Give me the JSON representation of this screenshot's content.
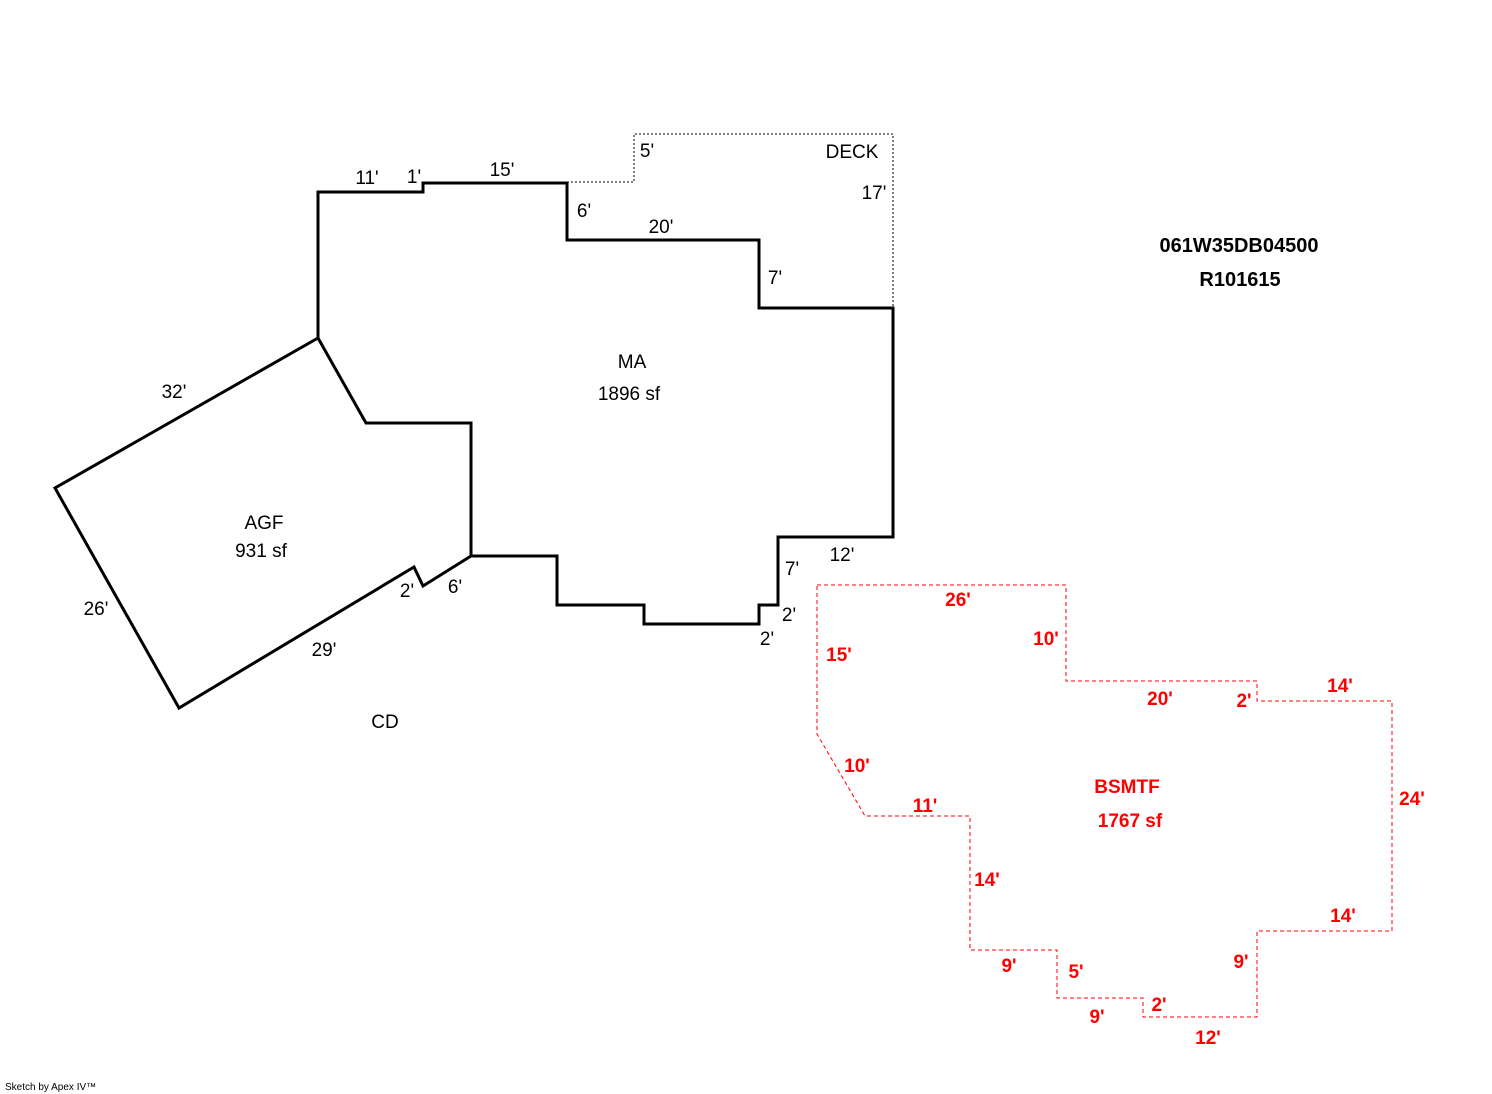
{
  "parcel": {
    "map_number": "061W35DB04500",
    "account": "R101615"
  },
  "colors": {
    "structure_line": "#000000",
    "basement_line": "#ff0000",
    "basement_text": "#ff0000"
  },
  "areas": {
    "ma": {
      "code": "MA",
      "area": "1896 sf"
    },
    "agf": {
      "code": "AGF",
      "area": "931 sf"
    },
    "bsmtf": {
      "code": "BSMTF",
      "area": "1767 sf"
    },
    "deck": {
      "code": "DECK"
    },
    "cd": {
      "code": "CD"
    }
  },
  "dimensions": {
    "ma": [
      "11'",
      "1'",
      "15'",
      "6'",
      "20'",
      "7'",
      "12'",
      "7'",
      "2'",
      "2'",
      "6'",
      "2'"
    ],
    "agf": [
      "32'",
      "26'",
      "29'"
    ],
    "deck": [
      "5'",
      "17'"
    ],
    "bsmtf": [
      "26'",
      "10'",
      "15'",
      "20'",
      "2'",
      "14'",
      "10'",
      "24'",
      "11'",
      "14'",
      "14'",
      "9'",
      "5'",
      "9'",
      "9'",
      "2'",
      "12'"
    ]
  },
  "credit": "Sketch by Apex IV™"
}
